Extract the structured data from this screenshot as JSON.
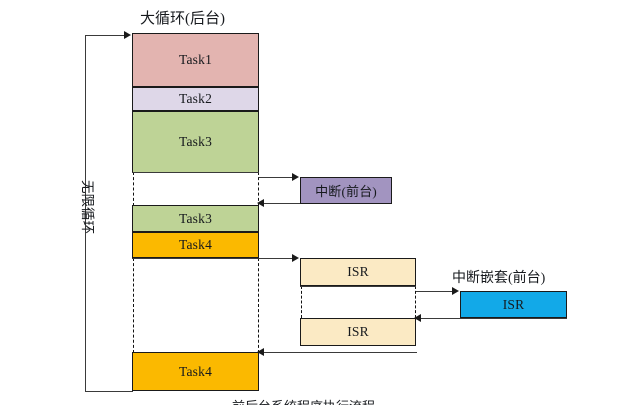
{
  "diagram": {
    "title_background_loop": "大循环(后台)",
    "label_infinite_loop": "无限循环",
    "label_interrupt_foreground": "中断(前台)",
    "label_nested_interrupt_foreground": "中断嵌套(前台)",
    "caption_bottom": "前后台系统程序执行流程",
    "colors": {
      "task1": "#e3b4b0",
      "task2": "#ded7e8",
      "task3": "#bed396",
      "task4": "#fbb900",
      "interrupt": "#a294c0",
      "isr": "#fbeac4",
      "nested_isr": "#12a9e8",
      "stroke": "#1a1a1a",
      "line": "#3a3a3a"
    },
    "background_column": {
      "blocks": [
        {
          "name": "task1",
          "label": "Task1",
          "color_key": "task1"
        },
        {
          "name": "task2",
          "label": "Task2",
          "color_key": "task2"
        },
        {
          "name": "task3-first",
          "label": "Task3",
          "color_key": "task3"
        },
        {
          "name": "task3-second",
          "label": "Task3",
          "color_key": "task3"
        },
        {
          "name": "task4-first",
          "label": "Task4",
          "color_key": "task4"
        },
        {
          "name": "task4-second",
          "label": "Task4",
          "color_key": "task4"
        }
      ]
    },
    "foreground": {
      "interrupt_box_label": "中断(前台)",
      "isr_boxes": [
        {
          "name": "isr-upper",
          "label": "ISR"
        },
        {
          "name": "isr-lower",
          "label": "ISR"
        }
      ],
      "nested_isr_box_label": "ISR"
    }
  }
}
